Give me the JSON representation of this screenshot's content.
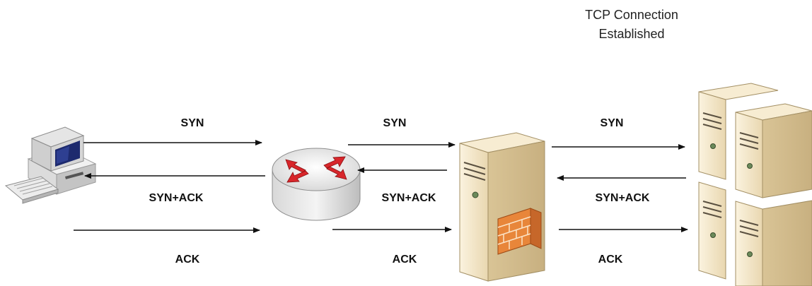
{
  "title": {
    "line1": "TCP Connection",
    "line2": "Established"
  },
  "segments": [
    {
      "syn": "SYN",
      "syn_ack": "SYN+ACK",
      "ack": "ACK"
    },
    {
      "syn": "SYN",
      "syn_ack": "SYN+ACK",
      "ack": "ACK"
    },
    {
      "syn": "SYN",
      "syn_ack": "SYN+ACK",
      "ack": "ACK"
    }
  ],
  "nodes": {
    "client": "computer-icon",
    "router": "router-icon",
    "firewall": "firewall-server-icon",
    "servers": "server-cluster-icon"
  },
  "colors": {
    "router_arrow": "#d8262b",
    "server_body": "#f3e6c8",
    "brick": "#e8863a"
  }
}
